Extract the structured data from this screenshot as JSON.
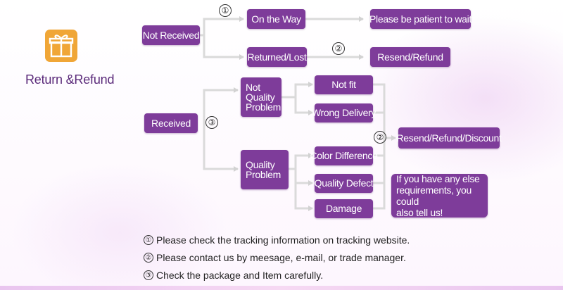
{
  "brand": {
    "title": "Return &Refund",
    "icon": "gift-box-icon",
    "icon_color": "#f0a637"
  },
  "colors": {
    "box_fill": "#7e3c9a",
    "box_text": "#ffffff",
    "connector": "#d9d9d9"
  },
  "flow": {
    "not_received": "Not Received",
    "on_the_way": "On the Way",
    "patient": "Please be patient to wait",
    "returned_lost": "Returned/Lost",
    "resend_refund": "Resend/Refund",
    "received": "Received",
    "not_quality": "Not\nQuality\nProblem",
    "quality": "Quality\nProblem",
    "not_fit": "Not fit",
    "wrong_delivery": "Wrong Delivery",
    "color_difference": "Color Difference",
    "quality_defect": "Quality Defect",
    "damage": "Damage",
    "resend_refund_discount": "Resend/Refund/Discount",
    "else_note": "If you have any else\nrequirements, you could\nalso tell us!"
  },
  "markers": {
    "one": "①",
    "two": "②",
    "three": "③"
  },
  "notes": {
    "one": {
      "num": "①",
      "text": "Please check the tracking information on tracking website."
    },
    "two": {
      "num": "②",
      "text": "Please contact us by meesage, e-mail, or trade manager."
    },
    "three": {
      "num": "③",
      "text": "Check the package and Item carefully."
    }
  }
}
